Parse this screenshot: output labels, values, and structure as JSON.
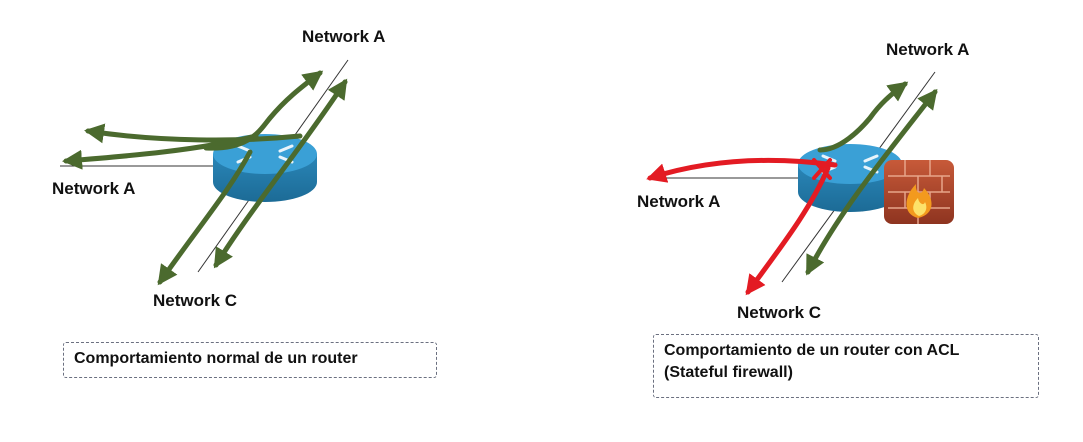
{
  "left": {
    "label_top": "Network A",
    "label_left": "Network A",
    "label_bottom": "Network C",
    "caption": "Comportamiento normal de un router"
  },
  "right": {
    "label_top": "Network A",
    "label_left": "Network A",
    "label_bottom": "Network C",
    "caption_line1": "Comportamiento de un router con ACL",
    "caption_line2": "(Stateful firewall)"
  },
  "colors": {
    "allowed_flow": "#4b6a2e",
    "blocked_flow": "#e31b23",
    "router": "#2f8fc0",
    "firewall": "#b8472c"
  },
  "icons": [
    "router-icon",
    "firewall-icon",
    "block-x-icon"
  ]
}
